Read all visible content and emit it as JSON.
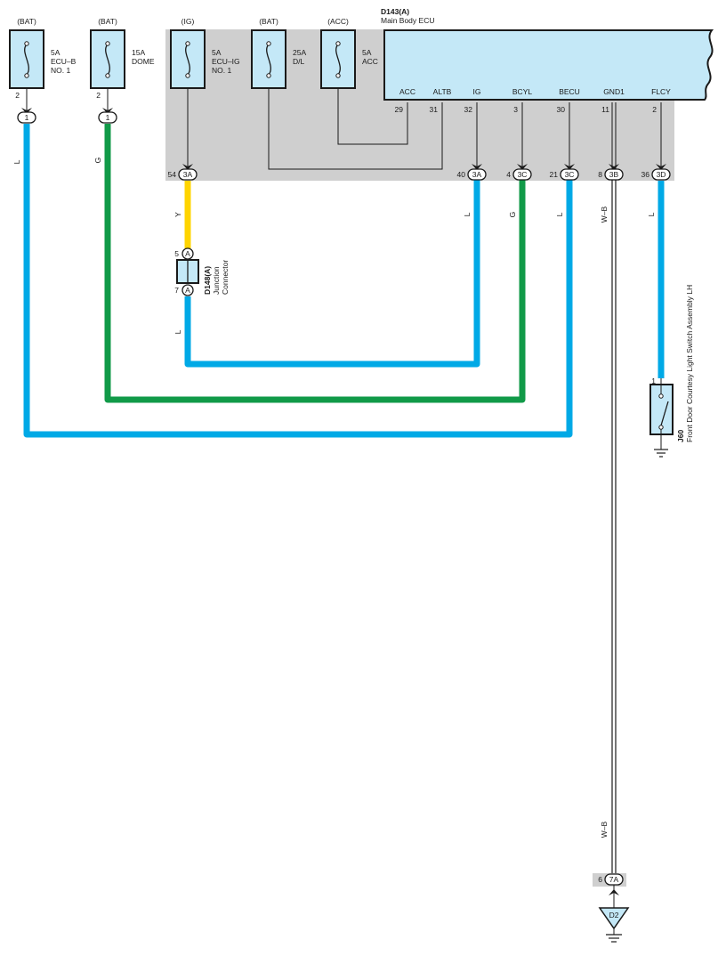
{
  "colors": {
    "wire_L": "#00a9e6",
    "wire_G": "#119a48",
    "wire_Y": "#ffd400",
    "wire_WB": "#1a1a1a",
    "component_fill": "#c4e8f7",
    "junction_block_fill": "#cfcfcf",
    "ink": "#1a1a1a"
  },
  "fuses": [
    {
      "source": "(BAT)",
      "rating": "5A",
      "name_line1": "ECU–B",
      "name_line2": "NO. 1",
      "pin": "2",
      "connector": "1"
    },
    {
      "source": "(BAT)",
      "rating": "15A",
      "name_line1": "DOME",
      "name_line2": "",
      "pin": "2",
      "connector": "1"
    },
    {
      "source": "(IG)",
      "rating": "5A",
      "name_line1": "ECU–IG",
      "name_line2": "NO. 1",
      "pin": "54",
      "connector": "3A"
    },
    {
      "source": "(BAT)",
      "rating": "25A",
      "name_line1": "D/L",
      "name_line2": ""
    },
    {
      "source": "(ACC)",
      "rating": "5A",
      "name_line1": "ACC",
      "name_line2": ""
    }
  ],
  "ecu": {
    "id": "D143(A)",
    "name": "Main Body ECU",
    "terminals": [
      {
        "label": "ACC",
        "pin": "29"
      },
      {
        "label": "ALTB",
        "pin": "31"
      },
      {
        "label": "IG",
        "pin": "32"
      },
      {
        "label": "BCYL",
        "pin": "3"
      },
      {
        "label": "BECU",
        "pin": "30"
      },
      {
        "label": "GND1",
        "pin": "11"
      },
      {
        "label": "FLCY",
        "pin": "2"
      }
    ]
  },
  "junction_outputs": [
    {
      "pin": "40",
      "connector": "3A",
      "wire": "L"
    },
    {
      "pin": "4",
      "connector": "3C",
      "wire": "G"
    },
    {
      "pin": "21",
      "connector": "3C",
      "wire": "L"
    },
    {
      "pin": "8",
      "connector": "3B",
      "wire": "W–B"
    },
    {
      "pin": "36",
      "connector": "3D",
      "wire": "L"
    }
  ],
  "wires": {
    "ecu_b": "L",
    "dome": "G",
    "ig_feed": "Y",
    "junction_out": "L",
    "gnd_upper": "W–B",
    "gnd_lower": "W–B",
    "courtesy": "L"
  },
  "junction_connector": {
    "id": "D148(A)",
    "line1": "Junction",
    "line2": "Connector",
    "pin_in": "5",
    "pin_out": "7",
    "conn_letter": "A"
  },
  "switch": {
    "id": "J60",
    "name": "Front Door Courtesy Light Switch Assembly LH",
    "pin": "1"
  },
  "ground_connector": {
    "pin": "6",
    "connector": "7A"
  },
  "ground_point": {
    "id": "D2"
  }
}
